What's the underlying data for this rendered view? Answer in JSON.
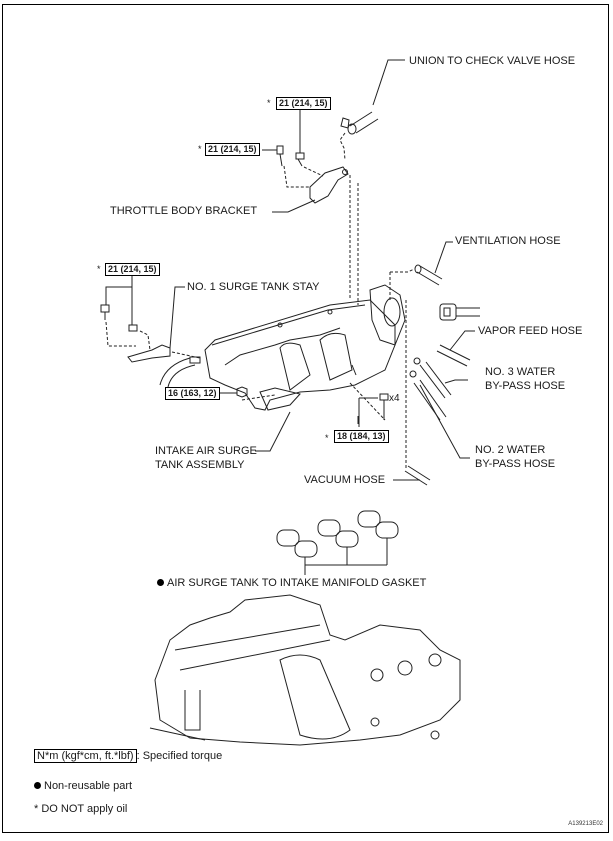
{
  "diagram": {
    "labels": {
      "union_to_check_valve_hose": "UNION TO CHECK VALVE HOSE",
      "throttle_body_bracket": "THROTTLE BODY BRACKET",
      "ventilation_hose": "VENTILATION HOSE",
      "no1_surge_tank_stay": "NO. 1 SURGE TANK STAY",
      "vapor_feed_hose": "VAPOR FEED HOSE",
      "no3_water_bypass_hose_line1": "NO. 3 WATER",
      "no3_water_bypass_hose_line2": "BY-PASS HOSE",
      "no2_water_bypass_hose_line1": "NO. 2 WATER",
      "no2_water_bypass_hose_line2": "BY-PASS HOSE",
      "intake_air_surge_tank_line1": "INTAKE AIR SURGE",
      "intake_air_surge_tank_line2": "TANK ASSEMBLY",
      "vacuum_hose": "VACUUM HOSE",
      "gasket": "AIR SURGE TANK TO INTAKE MANIFOLD GASKET",
      "bolt_qty": "x4"
    },
    "torques": {
      "top_bracket_bolt": "21 (214, 15)",
      "left_bracket_bolt": "21 (214, 15)",
      "stay_bolts": "21 (214, 15)",
      "nut": "16 (163, 12)",
      "surge_tank_bolts": "18 (184, 13)"
    },
    "no_oil_mark": "*"
  },
  "legend": {
    "torque_unit": "N*m (kgf*cm, ft.*lbf)",
    "torque_desc": ": Specified torque",
    "non_reusable": "Non-reusable part",
    "no_oil": "* DO NOT apply oil"
  },
  "figure_id": "A139213E02"
}
